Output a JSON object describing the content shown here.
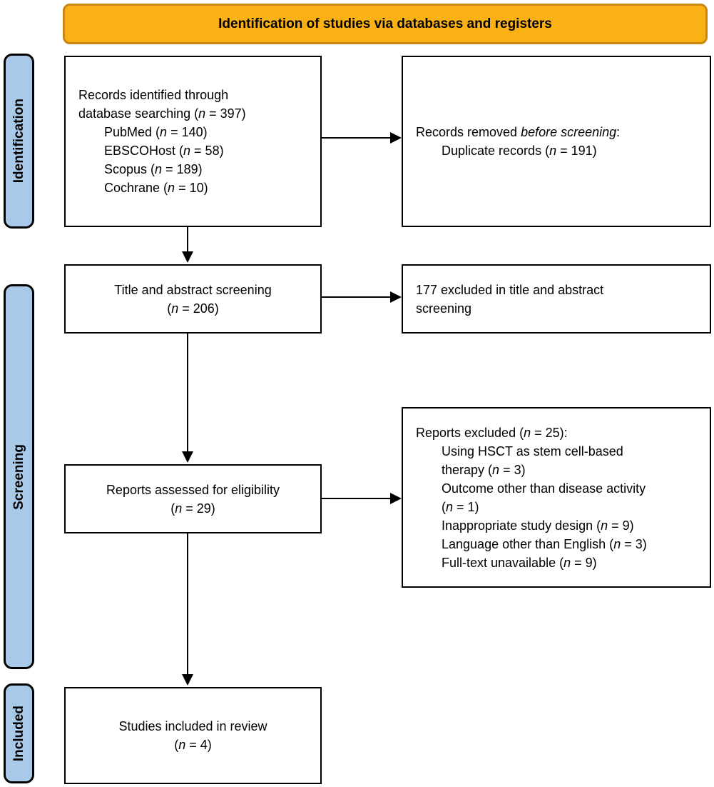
{
  "banner": {
    "title": "Identification of studies via databases and registers"
  },
  "sidebar": [
    {
      "label": "Identification"
    },
    {
      "label": "Screening"
    },
    {
      "label": "Included"
    }
  ],
  "colors": {
    "banner_fill": "#F9B115",
    "banner_border": "#C8870E",
    "stage_fill": "#A9C9E9",
    "box_border": "#000000",
    "arrow": "#000000"
  },
  "boxes": {
    "records_identified": {
      "lines": [
        {
          "indent": 0,
          "segments": [
            {
              "text": "Records identified through"
            }
          ]
        },
        {
          "indent": 0,
          "segments": [
            {
              "text": "database searching ("
            },
            {
              "text": "n",
              "italic": true
            },
            {
              "text": " = 397)"
            }
          ]
        },
        {
          "indent": 1,
          "segments": [
            {
              "text": "PubMed ("
            },
            {
              "text": "n",
              "italic": true
            },
            {
              "text": " = 140)"
            }
          ]
        },
        {
          "indent": 1,
          "segments": [
            {
              "text": "EBSCOHost ("
            },
            {
              "text": "n",
              "italic": true
            },
            {
              "text": " = 58)"
            }
          ]
        },
        {
          "indent": 1,
          "segments": [
            {
              "text": "Scopus ("
            },
            {
              "text": "n",
              "italic": true
            },
            {
              "text": " = 189)"
            }
          ]
        },
        {
          "indent": 1,
          "segments": [
            {
              "text": "Cochrane ("
            },
            {
              "text": "n",
              "italic": true
            },
            {
              "text": " = 10)"
            }
          ]
        }
      ]
    },
    "records_removed": {
      "lines": [
        {
          "indent": 0,
          "segments": [
            {
              "text": "Records removed "
            },
            {
              "text": "before screening",
              "italic": true
            },
            {
              "text": ":"
            }
          ]
        },
        {
          "indent": 1,
          "segments": [
            {
              "text": "Duplicate records ("
            },
            {
              "text": "n",
              "italic": true
            },
            {
              "text": " = 191)"
            }
          ]
        }
      ]
    },
    "title_abstract_screening": {
      "lines": [
        {
          "indent": 0,
          "segments": [
            {
              "text": "Title and abstract screening"
            }
          ]
        },
        {
          "indent": 0,
          "segments": [
            {
              "text": "("
            },
            {
              "text": "n",
              "italic": true
            },
            {
              "text": " = 206)"
            }
          ]
        }
      ]
    },
    "excluded_title_abstract": {
      "lines": [
        {
          "indent": 0,
          "segments": [
            {
              "text": "177 excluded in title and abstract"
            }
          ]
        },
        {
          "indent": 0,
          "segments": [
            {
              "text": "screening"
            }
          ]
        }
      ]
    },
    "reports_excluded": {
      "lines": [
        {
          "indent": 0,
          "segments": [
            {
              "text": "Reports excluded ("
            },
            {
              "text": "n",
              "italic": true
            },
            {
              "text": " = 25):"
            }
          ]
        },
        {
          "indent": 1,
          "segments": [
            {
              "text": "Using HSCT as stem cell-based"
            }
          ]
        },
        {
          "indent": 1,
          "segments": [
            {
              "text": "therapy ("
            },
            {
              "text": "n",
              "italic": true
            },
            {
              "text": " = 3)"
            }
          ]
        },
        {
          "indent": 1,
          "segments": [
            {
              "text": "Outcome other than disease activity"
            }
          ]
        },
        {
          "indent": 1,
          "segments": [
            {
              "text": "("
            },
            {
              "text": "n",
              "italic": true
            },
            {
              "text": " = 1)"
            }
          ]
        },
        {
          "indent": 1,
          "segments": [
            {
              "text": "Inappropriate study design ("
            },
            {
              "text": "n",
              "italic": true
            },
            {
              "text": " = 9)"
            }
          ]
        },
        {
          "indent": 1,
          "segments": [
            {
              "text": "Language other than English ("
            },
            {
              "text": "n",
              "italic": true
            },
            {
              "text": " = 3)"
            }
          ]
        },
        {
          "indent": 1,
          "segments": [
            {
              "text": "Full-text unavailable ("
            },
            {
              "text": "n",
              "italic": true
            },
            {
              "text": " = 9)"
            }
          ]
        }
      ]
    },
    "reports_assessed": {
      "lines": [
        {
          "indent": 0,
          "segments": [
            {
              "text": "Reports assessed for eligibility"
            }
          ]
        },
        {
          "indent": 0,
          "segments": [
            {
              "text": "("
            },
            {
              "text": "n",
              "italic": true
            },
            {
              "text": " = 29)"
            }
          ]
        }
      ]
    },
    "studies_included": {
      "lines": [
        {
          "indent": 0,
          "segments": [
            {
              "text": "Studies included in review"
            }
          ]
        },
        {
          "indent": 0,
          "segments": [
            {
              "text": "("
            },
            {
              "text": "n",
              "italic": true
            },
            {
              "text": " = 4)"
            }
          ]
        }
      ]
    }
  }
}
